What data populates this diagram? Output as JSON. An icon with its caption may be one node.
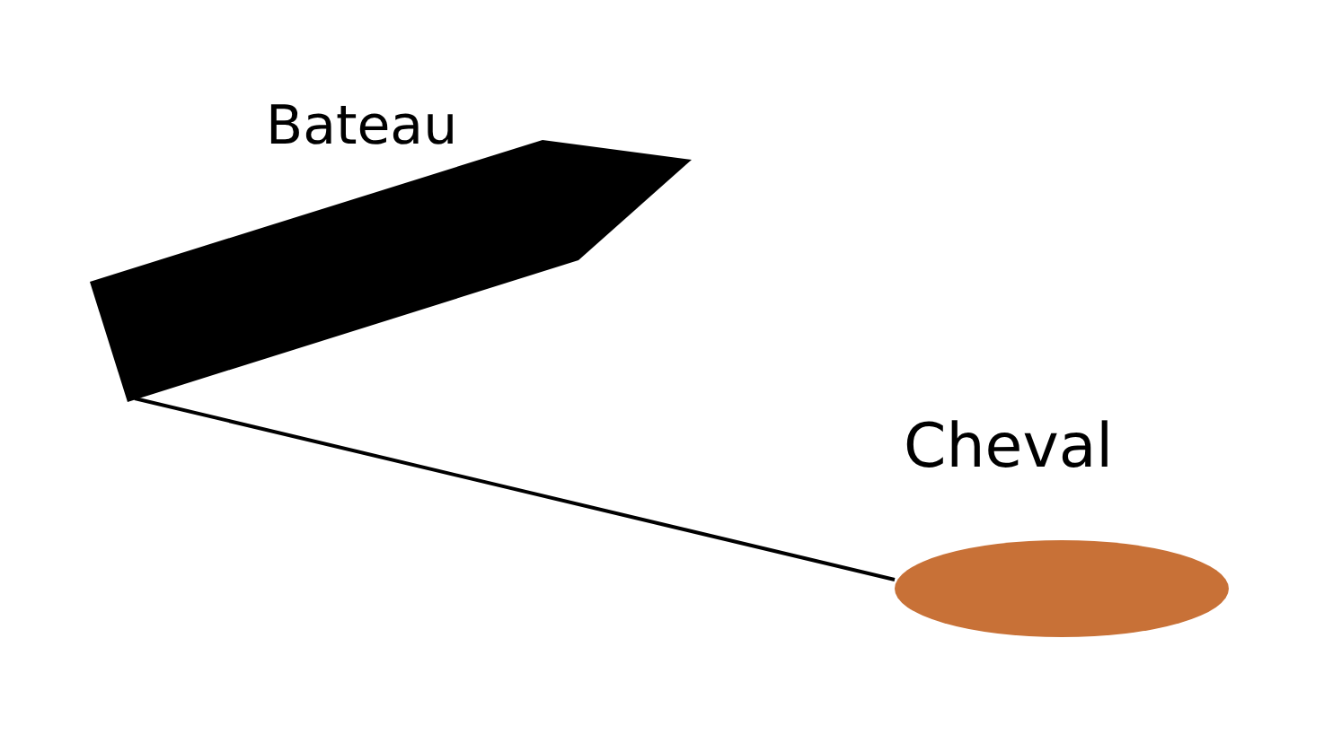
{
  "diagram": {
    "nodes": [
      {
        "text": [
          "Bateau"
        ]
      },
      {
        "text": [
          "Cheval"
        ]
      }
    ],
    "edges": [
      {
        "from": 0,
        "to": 1,
        "arrow": "none"
      }
    ]
  }
}
